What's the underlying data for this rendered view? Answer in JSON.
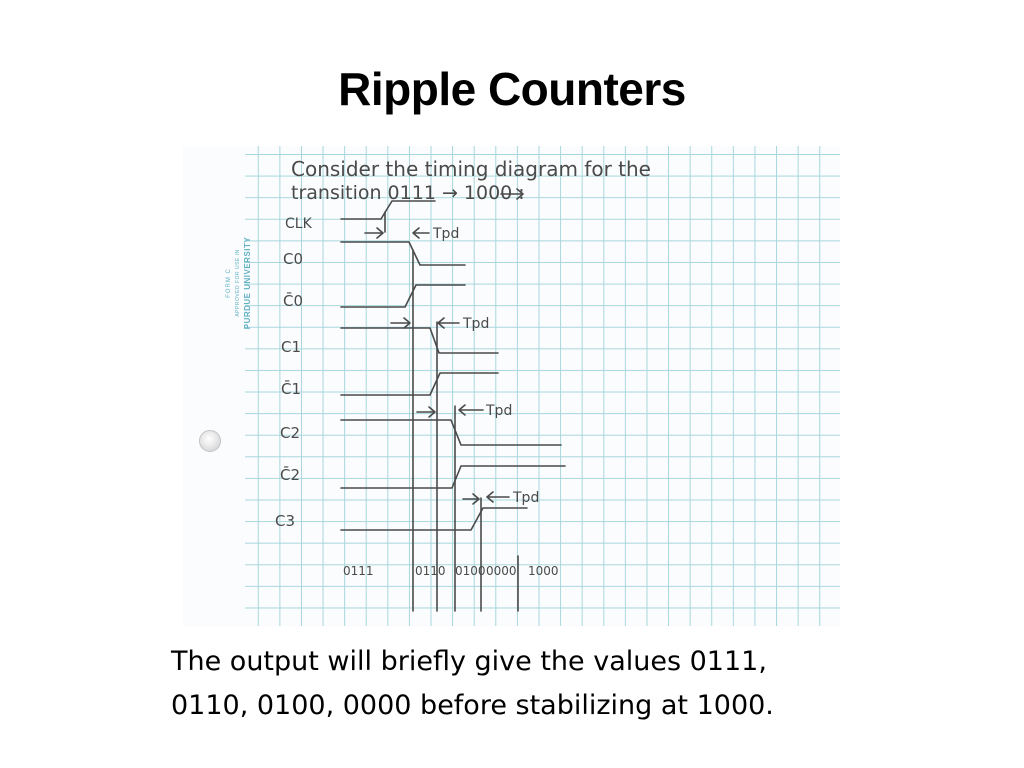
{
  "slide": {
    "title": "Ripple Counters",
    "caption_line1": "The output will briefly give the values 0111,",
    "caption_line2": "0110, 0100, 0000 before stabilizing at 1000."
  },
  "notebook": {
    "form_line1": "FORM C",
    "form_line2": "APPROVED FOR USE IN",
    "form_line3": "PURDUE UNIVERSITY",
    "heading_line1": "Consider  the  timing  diagram  for  the",
    "heading_line2": "transition  0111  →  1000 :",
    "signals": [
      "CLK",
      "C0",
      "C̄0",
      "C1",
      "C̄1",
      "C2",
      "C̄2",
      "C3"
    ],
    "delay_label": "Tpd",
    "states": [
      "0111",
      "0110",
      "0100",
      "0000",
      "1000"
    ],
    "ink_color": "#4a4a4a",
    "grid_color": "#a6d7dd"
  }
}
